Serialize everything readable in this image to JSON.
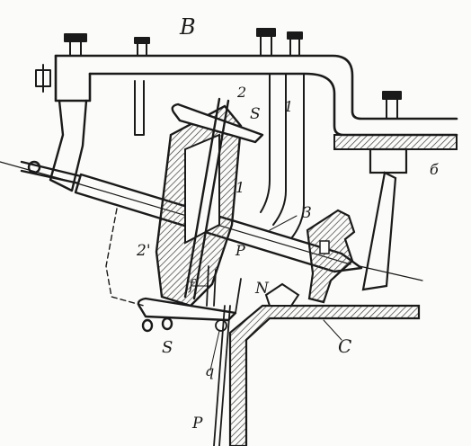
{
  "diagram": {
    "labels": {
      "B": "B",
      "S_top": "S",
      "n1_top": "1",
      "n2_top": "2",
      "n1_mid": "1",
      "n3": "3",
      "n2_prime": "2'",
      "P_mid": "P",
      "f": "f",
      "N": "N",
      "S_bottom": "S",
      "q": "q",
      "P_bottom": "P",
      "C": "C",
      "b": "б"
    },
    "colors": {
      "ink": "#1a1a1a",
      "paper": "#fbfbf9",
      "hatch": "#3a3a3a"
    }
  }
}
